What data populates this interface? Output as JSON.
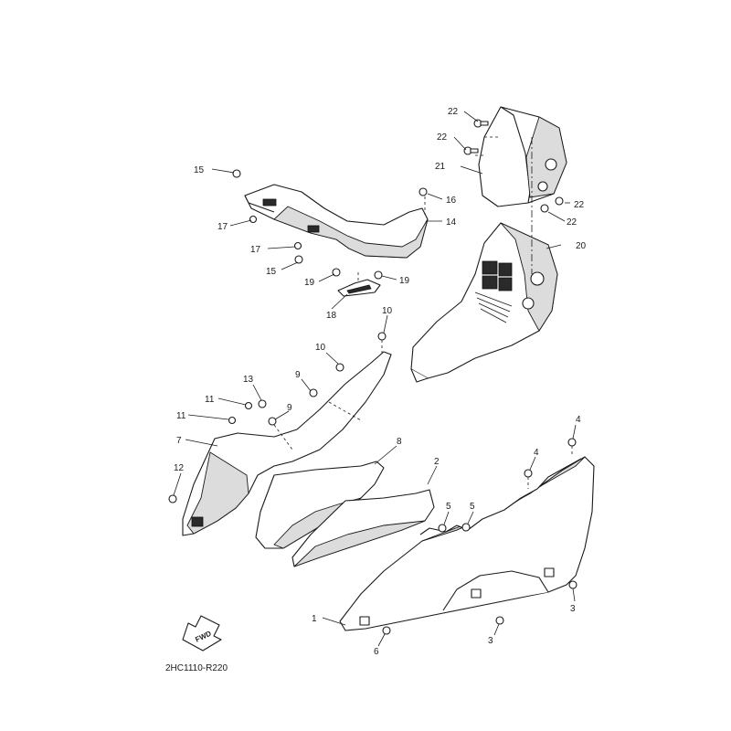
{
  "diagram": {
    "code": "2HC1110-R220",
    "forward_marker": "FWD",
    "callouts": [
      "1",
      "2",
      "3",
      "3",
      "4",
      "4",
      "5",
      "5",
      "6",
      "7",
      "8",
      "9",
      "9",
      "10",
      "10",
      "11",
      "11",
      "12",
      "13",
      "14",
      "15",
      "15",
      "16",
      "17",
      "17",
      "18",
      "19",
      "19",
      "20",
      "21",
      "22",
      "22",
      "22",
      "22"
    ]
  }
}
